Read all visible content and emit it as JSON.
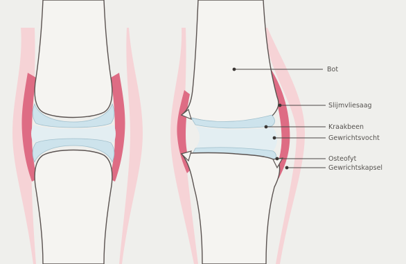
{
  "labels": {
    "bot": "Bot",
    "slijmvlies": "Slijmvliesaag",
    "kraakbeen": "Kraakbeen",
    "gewrichtsvocht": "Gewrichtsvocht",
    "osteofyt": "Osteofyt",
    "gewrichtskapsel": "Gewrichtskapsel"
  },
  "colors": {
    "background": "#efefec",
    "capsule": "#f6d3d6",
    "synovium": "#de6c84",
    "cartilage": "#cde3ec",
    "bone_outline": "#5a5250",
    "leader": "#4a4644"
  }
}
